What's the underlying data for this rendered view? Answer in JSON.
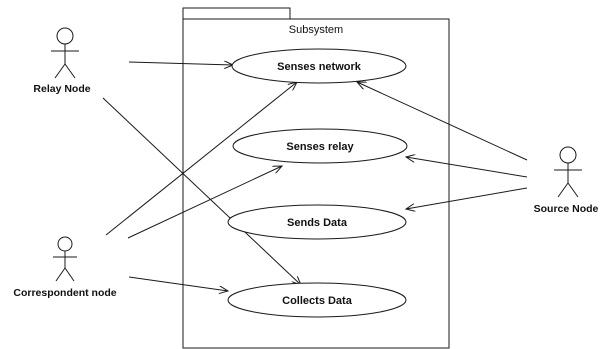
{
  "diagram": {
    "system": {
      "title": "Subsystem"
    },
    "use_cases": [
      {
        "id": "senses-network",
        "label": "Senses network"
      },
      {
        "id": "senses-relay",
        "label": "Senses relay"
      },
      {
        "id": "sends-data",
        "label": "Sends Data"
      },
      {
        "id": "collects-data",
        "label": "Collects Data"
      }
    ],
    "actors": [
      {
        "id": "relay-node",
        "label": "Relay Node"
      },
      {
        "id": "correspondent-node",
        "label": "Correspondent node"
      },
      {
        "id": "source-node",
        "label": "Source Node"
      }
    ],
    "associations": [
      {
        "from": "relay-node",
        "to": "senses-network"
      },
      {
        "from": "relay-node",
        "to": "collects-data"
      },
      {
        "from": "correspondent-node",
        "to": "senses-network"
      },
      {
        "from": "correspondent-node",
        "to": "senses-relay"
      },
      {
        "from": "correspondent-node",
        "to": "collects-data"
      },
      {
        "from": "source-node",
        "to": "senses-network"
      },
      {
        "from": "source-node",
        "to": "senses-relay"
      },
      {
        "from": "source-node",
        "to": "sends-data"
      }
    ]
  }
}
